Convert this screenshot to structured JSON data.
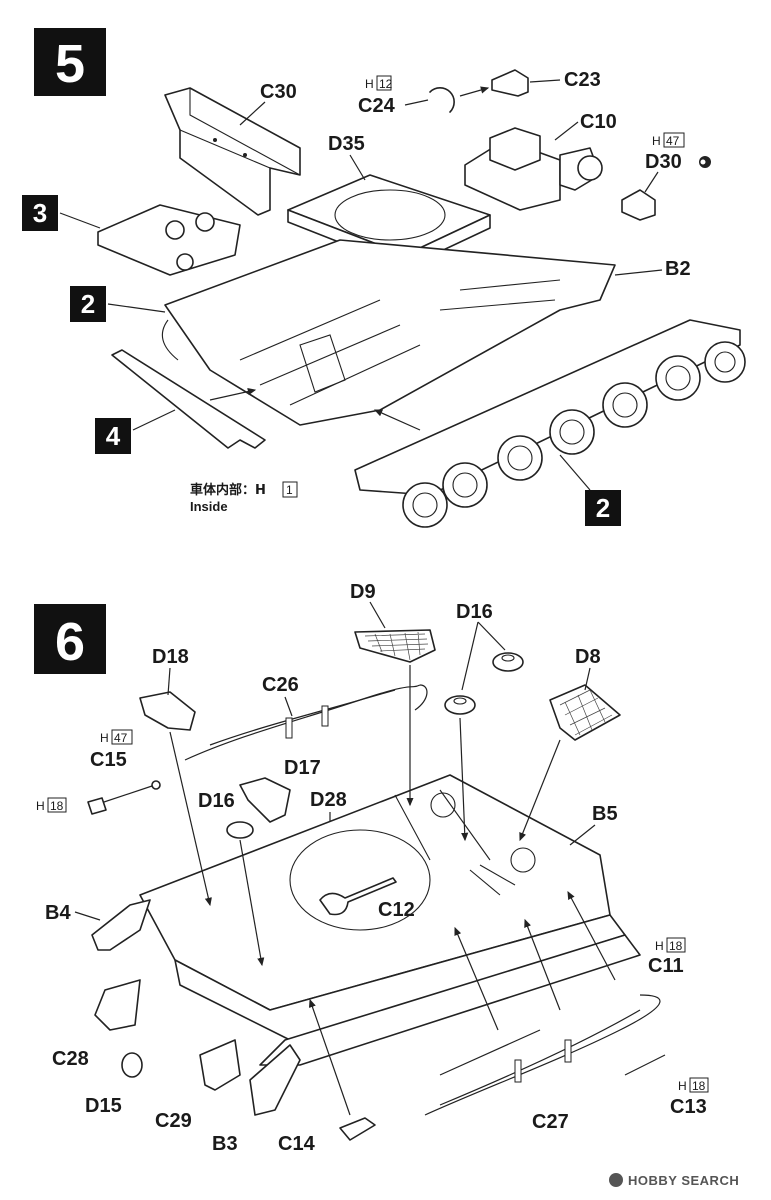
{
  "steps": [
    {
      "number": "5"
    },
    {
      "number": "6"
    }
  ],
  "sub_steps": {
    "s2a": "2",
    "s3": "3",
    "s4": "4",
    "s2b": "2"
  },
  "step5": {
    "labels": {
      "c30": "C30",
      "c24": "C24",
      "c23": "C23",
      "c10": "C10",
      "d35": "D35",
      "d30": "D30",
      "b2": "B2"
    },
    "paint": {
      "c24": "H",
      "c24_num": "12",
      "d30": "H",
      "d30_num": "47"
    },
    "note_jp": "車体内部：H",
    "note_num": "1",
    "note_en": "Inside"
  },
  "step6": {
    "labels": {
      "d9": "D9",
      "d16a": "D16",
      "d8": "D8",
      "d18": "D18",
      "c26": "C26",
      "c15": "C15",
      "d17": "D17",
      "d16b": "D16",
      "d28": "D28",
      "b5": "B5",
      "b4": "B4",
      "c12": "C12",
      "c11": "C11",
      "c28": "C28",
      "d15": "D15",
      "c29": "C29",
      "b3": "B3",
      "c14": "C14",
      "c27": "C27",
      "c13": "C13"
    },
    "paint": {
      "c15_h": "H",
      "c15_num": "47",
      "h18a": "H",
      "h18a_num": "18",
      "c11_h": "H",
      "c11_num": "18",
      "c13_h": "H",
      "c13_num": "18"
    }
  },
  "watermark": "HOBBY SEARCH"
}
